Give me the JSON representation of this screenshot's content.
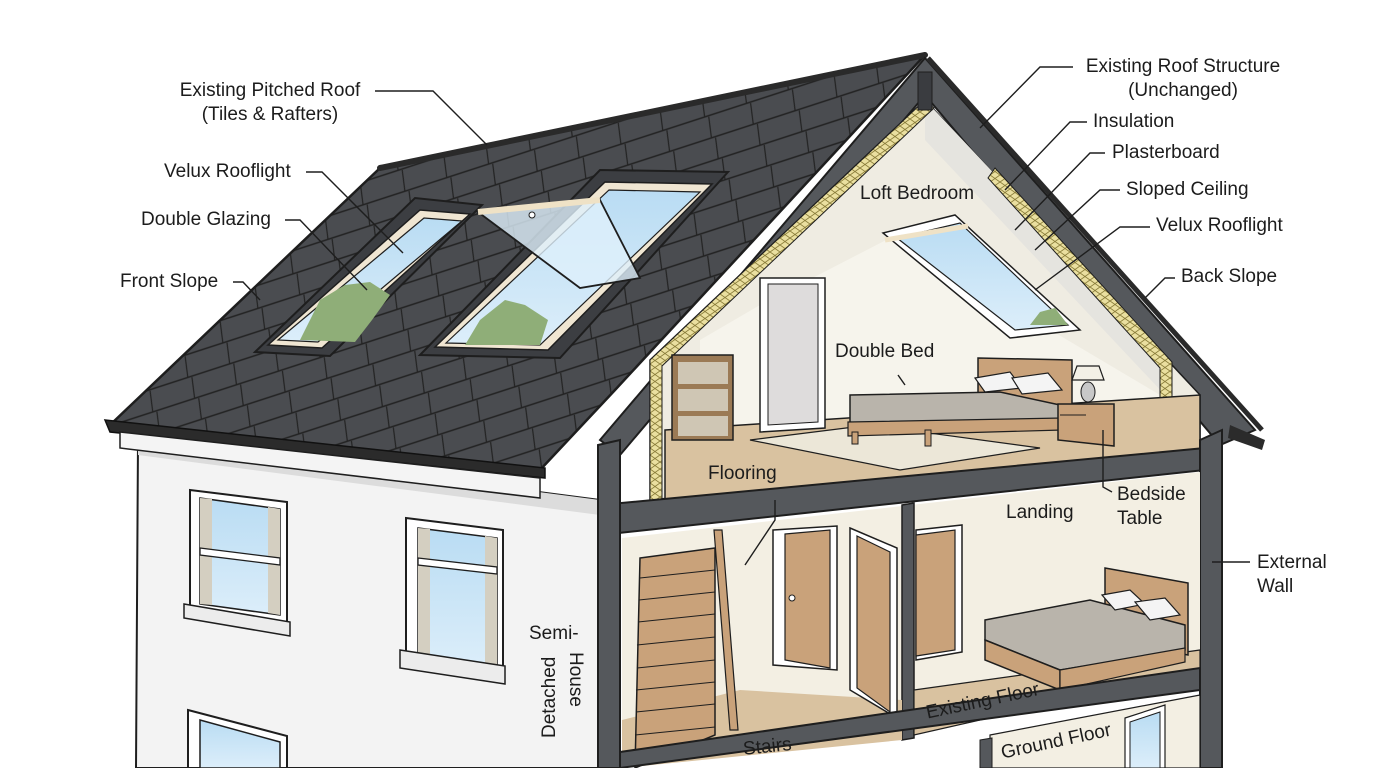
{
  "diagram": {
    "title": "Loft conversion cross-section of a semi-detached house",
    "colors": {
      "roof_tiles": "#4a4c50",
      "roof_outline": "#1e1e1e",
      "wall_exterior": "#f2f2f2",
      "structure_frame": "#55585c",
      "insulation": "#e8dfa0",
      "interior_wall": "#efece2",
      "floor": "#d9c2a0",
      "wood": "#c9a27a",
      "glass": "#cfe6f5",
      "tree": "#8fae78",
      "bedding": "#b9b4ab"
    },
    "labels": {
      "existing_pitched_roof": "Existing Pitched Roof",
      "existing_pitched_roof_sub": "(Tiles & Rafters)",
      "velux_rooflight_front": "Velux Rooflight",
      "double_glazing": "Double Glazing",
      "front_slope": "Front Slope",
      "existing_roof_structure": "Existing Roof Structure",
      "existing_roof_structure_sub": "(Unchanged)",
      "insulation": "Insulation",
      "plasterboard": "Plasterboard",
      "sloped_ceiling": "Sloped Ceiling",
      "velux_rooflight_back": "Velux Rooflight",
      "back_slope": "Back Slope",
      "loft_bedroom": "Loft Bedroom",
      "double_bed": "Double Bed",
      "flooring": "Flooring",
      "landing": "Landing",
      "bedside_table_1": "Bedside",
      "bedside_table_2": "Table",
      "external_wall_1": "External",
      "external_wall_2": "Wall",
      "semi_detached_1": "Semi-",
      "semi_detached_2": "Detached",
      "semi_detached_3": "House",
      "existing_floor": "Existing Floor",
      "stairs": "Stairs",
      "ground_floor": "Ground Floor"
    }
  }
}
